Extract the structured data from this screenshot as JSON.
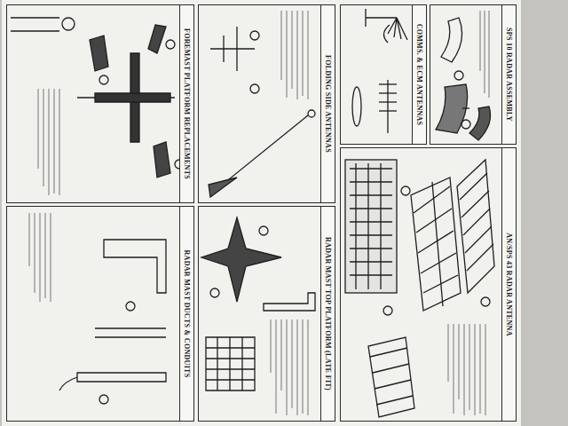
{
  "diagram": {
    "nodes": [
      {
        "text": [
          "SPS 10 RADAR ASSEMBLY"
        ]
      },
      {
        "text": [
          "COMMS. & ECM ANTENNAS"
        ]
      },
      {
        "text": [
          "AN/SPS 43 RADAR ANTENNA"
        ]
      },
      {
        "text": [
          "FOLDING SIDE ANTENNAS"
        ]
      },
      {
        "text": [
          "RADAR MAST TOP PLATFORM (LATE FIT)"
        ]
      },
      {
        "text": [
          "FOREMAST PLATFORM REPLACEMENTS"
        ]
      },
      {
        "text": [
          "RADAR MAST DUCTS & CONDUITS"
        ]
      }
    ]
  }
}
